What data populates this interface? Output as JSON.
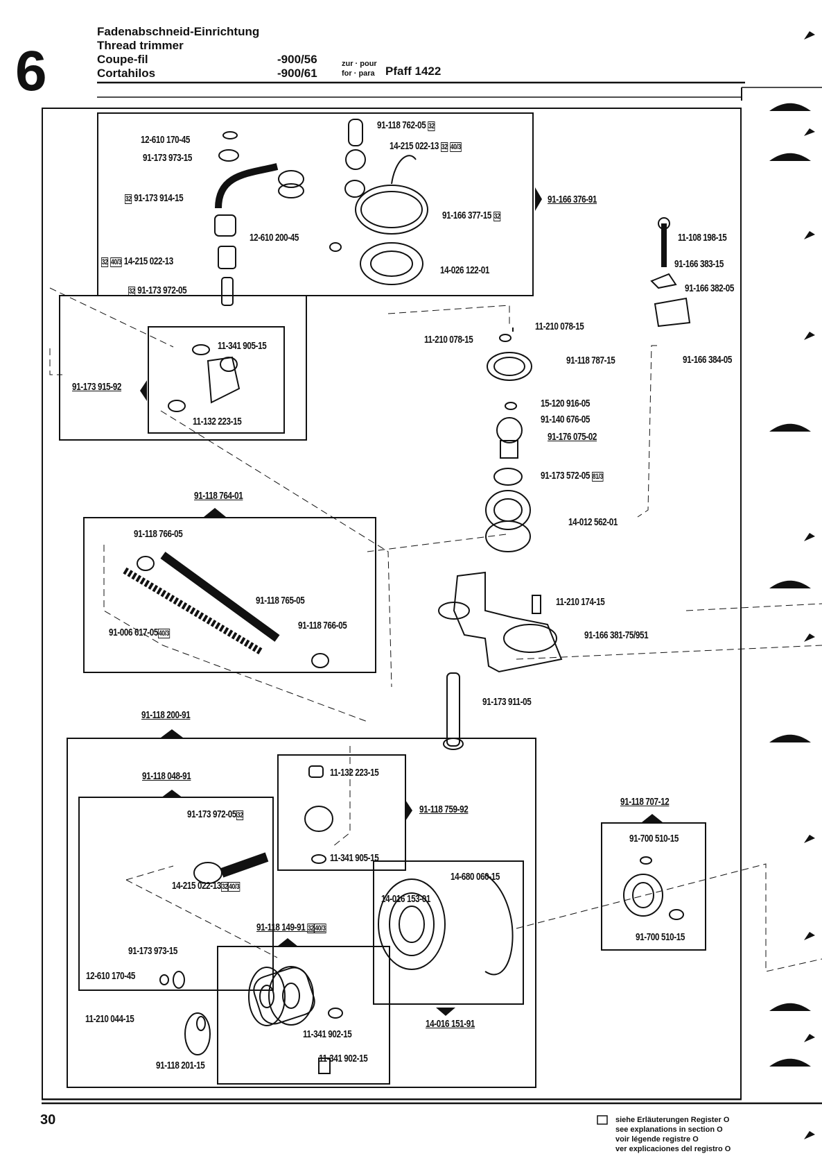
{
  "header": {
    "section_number": "6",
    "titles": [
      "Fadenabschneid-Einrichtung",
      "Thread trimmer",
      "Coupe-fil",
      "Cortahilos"
    ],
    "models": [
      "-900/56",
      "-900/61"
    ],
    "zur_pour": "zur · pour",
    "for_para": "for · para",
    "machine": "Pfaff 1422"
  },
  "footer": {
    "page_number": "30",
    "legend": [
      "siehe Erläuterungen Register O",
      "see explanations in section O",
      "voir légende registre O",
      "ver explicaciones del registro O"
    ]
  },
  "callouts": {
    "c1": "12-610 170-45",
    "c2": "91-173 973-15",
    "c3": "91-173 914-15",
    "c4": "14-215 022-13",
    "c5": "91-173 972-05",
    "c6": "12-610 200-45",
    "c7": "91-118 762-05",
    "c8": "14-215 022-13",
    "c9": "91-166 377-15",
    "c10": "14-026 122-01",
    "c11": "91-166 376-91",
    "c12": "11-341 905-15",
    "c13": "91-173 915-92",
    "c14": "11-132 223-15",
    "c15": "11-210 078-15",
    "c16": "11-210 078-15",
    "c17": "91-118 787-15",
    "c18": "11-108 198-15",
    "c19": "91-166 383-15",
    "c20": "91-166 382-05",
    "c21": "91-166 384-05",
    "c22": "15-120 916-05",
    "c23": "91-140 676-05",
    "c24": "91-176 075-02",
    "c25": "91-173 572-05",
    "c26": "14-012 562-01",
    "c27": "91-118 764-01",
    "c28": "91-118 766-05",
    "c29": "91-118 765-05",
    "c30": "91-118 766-05",
    "c31": "91-006 617-05",
    "c32": "11-210 174-15",
    "c33": "91-166 381-75/951",
    "c34": "91-173 911-05",
    "c35": "91-118 200-91",
    "c36": "91-118 048-91",
    "c37": "91-173 972-05",
    "c38": "14-215 022-13",
    "c39": "11-132 223-15",
    "c40": "11-341 905-15",
    "c41": "91-118 759-92",
    "c42": "14-680 060-15",
    "c43": "14-016 153-01",
    "c44": "91-118 149-91",
    "c45": "91-173 973-15",
    "c46": "12-610 170-45",
    "c47": "11-210 044-15",
    "c48": "11-341 902-15",
    "c49": "11-341 902-15",
    "c50": "91-118 201-15",
    "c51": "14-016 151-91",
    "c52": "91-118 707-12",
    "c53": "91-700 510-15",
    "c54": "91-700 510-15"
  },
  "badges": {
    "b32": "32",
    "b403": "40/3",
    "b813": "81/3"
  }
}
